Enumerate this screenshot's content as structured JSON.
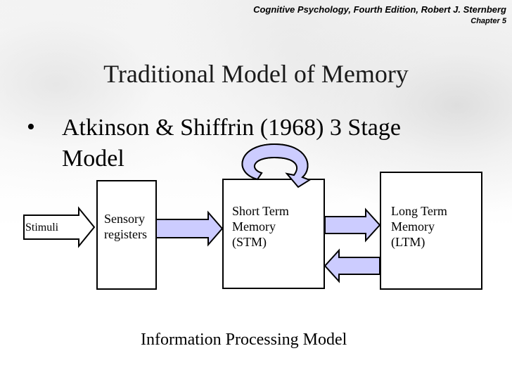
{
  "header": {
    "line1": "Cognitive Psychology, Fourth Edition, Robert J. Sternberg",
    "line2": "Chapter 5"
  },
  "slide": {
    "title": "Traditional Model of Memory",
    "bullet": "Atkinson & Shiffrin (1968) 3 Stage Model"
  },
  "diagram": {
    "input_label": "Stimuli",
    "sensory": [
      "Sensory",
      "registers"
    ],
    "stm": [
      "Short Term",
      "Memory",
      "(STM)"
    ],
    "ltm": [
      "Long Term",
      "Memory",
      "(LTM)"
    ],
    "caption": "Information Processing Model",
    "arrow_fill": "#ccccff"
  }
}
